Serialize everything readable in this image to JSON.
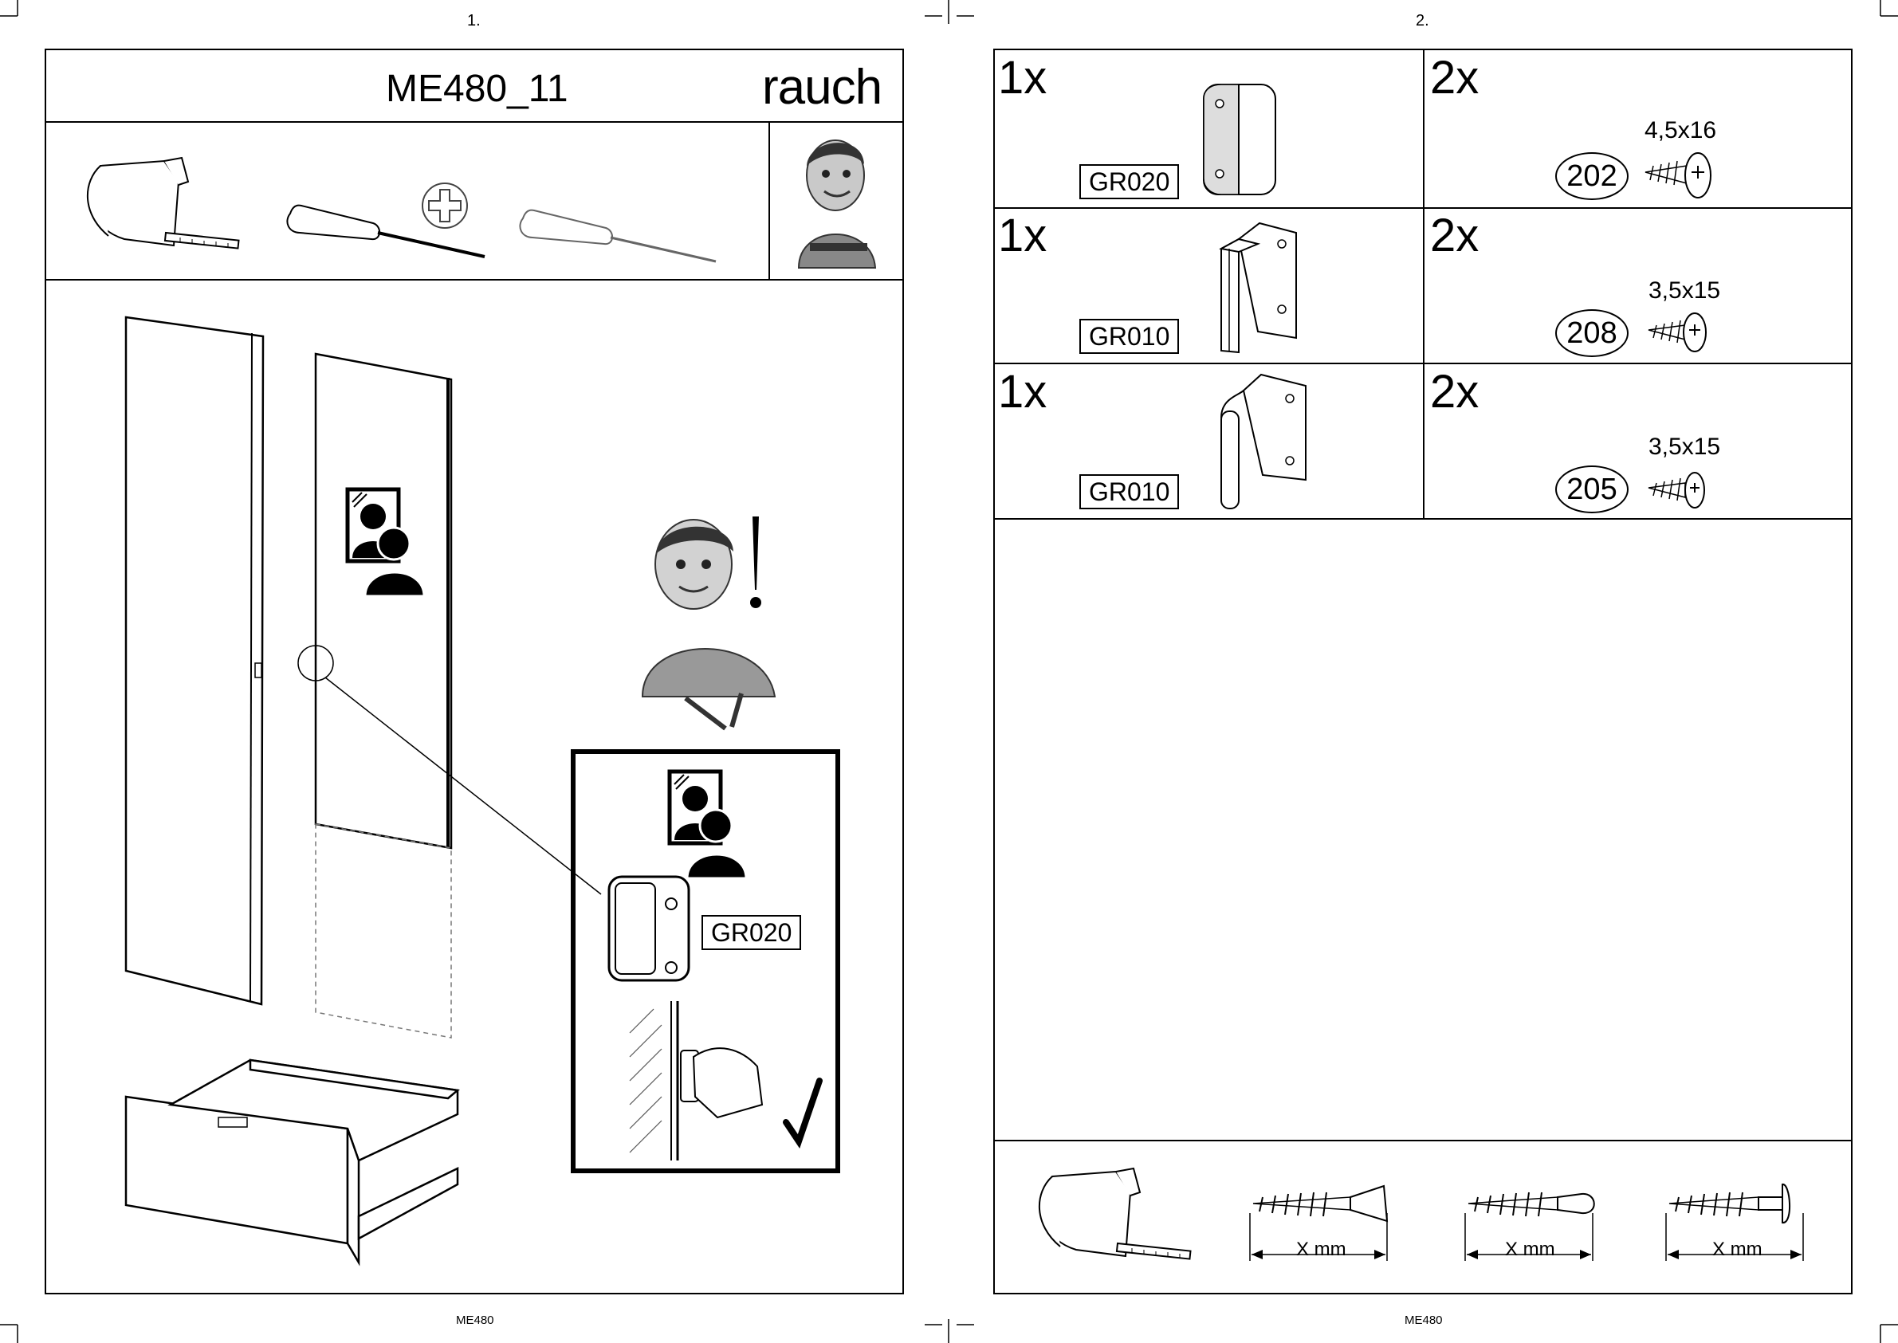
{
  "left_page": {
    "page_number": "1.",
    "title": "ME480_11",
    "brand": "rauch",
    "footer": "ME480",
    "callout_part_code": "GR020"
  },
  "right_page": {
    "page_number": "2.",
    "footer": "ME480",
    "parts": [
      {
        "qty": "1x",
        "code": "GR020"
      },
      {
        "qty": "1x",
        "code": "GR010"
      },
      {
        "qty": "1x",
        "code": "GR010"
      }
    ],
    "screws": [
      {
        "qty": "2x",
        "number": "202",
        "size": "4,5x16"
      },
      {
        "qty": "2x",
        "number": "208",
        "size": "3,5x15"
      },
      {
        "qty": "2x",
        "number": "205",
        "size": "3,5x15"
      }
    ],
    "legend_dims": [
      "X mm",
      "X mm",
      "X mm"
    ]
  }
}
